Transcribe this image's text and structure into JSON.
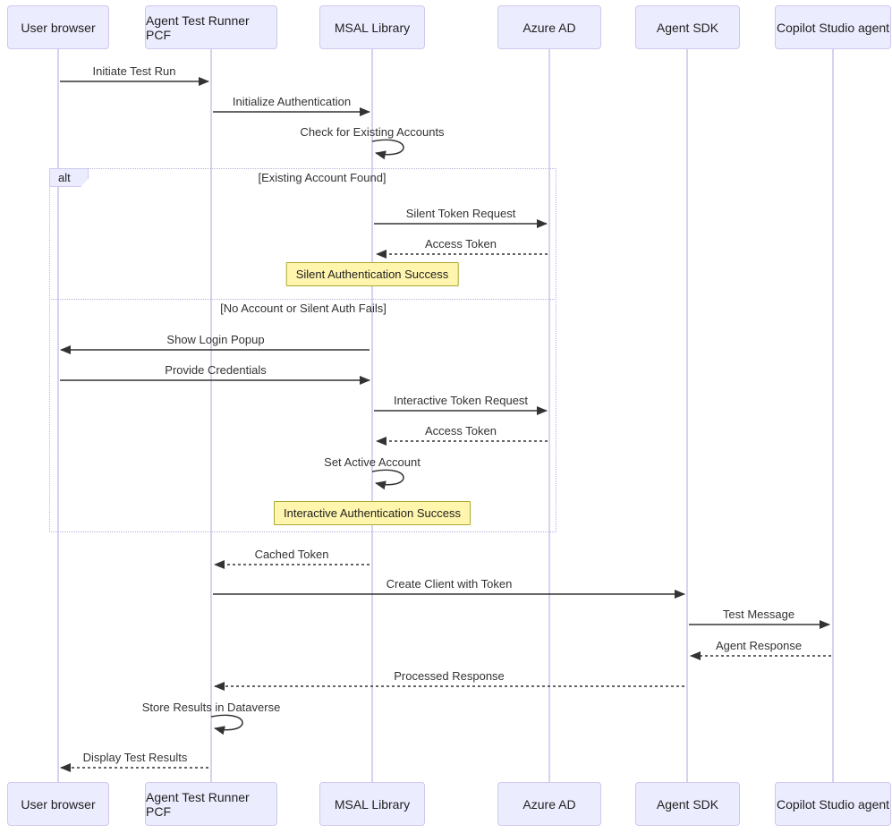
{
  "diagram": {
    "type": "sequence",
    "actors": [
      {
        "id": "user-browser",
        "label": "User browser"
      },
      {
        "id": "agent-test-runner-pcf",
        "label": "Agent Test Runner PCF"
      },
      {
        "id": "msal-library",
        "label": "MSAL Library"
      },
      {
        "id": "azure-ad",
        "label": "Azure AD"
      },
      {
        "id": "agent-sdk",
        "label": "Agent SDK"
      },
      {
        "id": "copilot-studio-agent",
        "label": "Copilot Studio agent"
      }
    ],
    "messages": [
      {
        "label": "Initiate Test Run",
        "from": "User browser",
        "to": "Agent Test Runner PCF",
        "line": "solid"
      },
      {
        "label": "Initialize Authentication",
        "from": "Agent Test Runner PCF",
        "to": "MSAL Library",
        "line": "solid"
      },
      {
        "label": "Check for Existing Accounts",
        "from": "MSAL Library",
        "to": "MSAL Library",
        "line": "self"
      },
      {
        "label": "Silent Token Request",
        "from": "MSAL Library",
        "to": "Azure AD",
        "line": "solid"
      },
      {
        "label": "Access Token",
        "from": "Azure AD",
        "to": "MSAL Library",
        "line": "dashed"
      },
      {
        "label": "Show Login Popup",
        "from": "MSAL Library",
        "to": "User browser",
        "line": "solid"
      },
      {
        "label": "Provide Credentials",
        "from": "User browser",
        "to": "MSAL Library",
        "line": "solid"
      },
      {
        "label": "Interactive Token Request",
        "from": "MSAL Library",
        "to": "Azure AD",
        "line": "solid"
      },
      {
        "label": "Access Token",
        "from": "Azure AD",
        "to": "MSAL Library",
        "line": "dashed"
      },
      {
        "label": "Set Active Account",
        "from": "MSAL Library",
        "to": "MSAL Library",
        "line": "self"
      },
      {
        "label": "Cached Token",
        "from": "MSAL Library",
        "to": "Agent Test Runner PCF",
        "line": "dashed"
      },
      {
        "label": "Create Client with Token",
        "from": "Agent Test Runner PCF",
        "to": "Agent SDK",
        "line": "solid"
      },
      {
        "label": "Test Message",
        "from": "Agent SDK",
        "to": "Copilot Studio agent",
        "line": "solid"
      },
      {
        "label": "Agent Response",
        "from": "Copilot Studio agent",
        "to": "Agent SDK",
        "line": "dashed"
      },
      {
        "label": "Processed Response",
        "from": "Agent SDK",
        "to": "Agent Test Runner PCF",
        "line": "dashed"
      },
      {
        "label": "Store Results in Dataverse",
        "from": "Agent Test Runner PCF",
        "to": "Agent Test Runner PCF",
        "line": "self"
      },
      {
        "label": "Display Test Results",
        "from": "Agent Test Runner PCF",
        "to": "User browser",
        "line": "dashed"
      }
    ],
    "alt_block": {
      "label": "alt",
      "branches": [
        {
          "condition": "[Existing Account Found]"
        },
        {
          "condition": "[No Account or Silent Auth Fails]"
        }
      ]
    },
    "notes": [
      {
        "text": "Silent Authentication Success",
        "over": "MSAL Library"
      },
      {
        "text": "Interactive Authentication Success",
        "over": "MSAL Library"
      }
    ],
    "colors": {
      "actor_fill": "#ECECFF",
      "actor_border": "#cfc7ee",
      "note_fill": "#FFF5AD",
      "note_border": "#AAAA33",
      "arrow": "#333333",
      "lifeline": "#ccc4e8",
      "frame_border": "#b9b1dd"
    }
  }
}
